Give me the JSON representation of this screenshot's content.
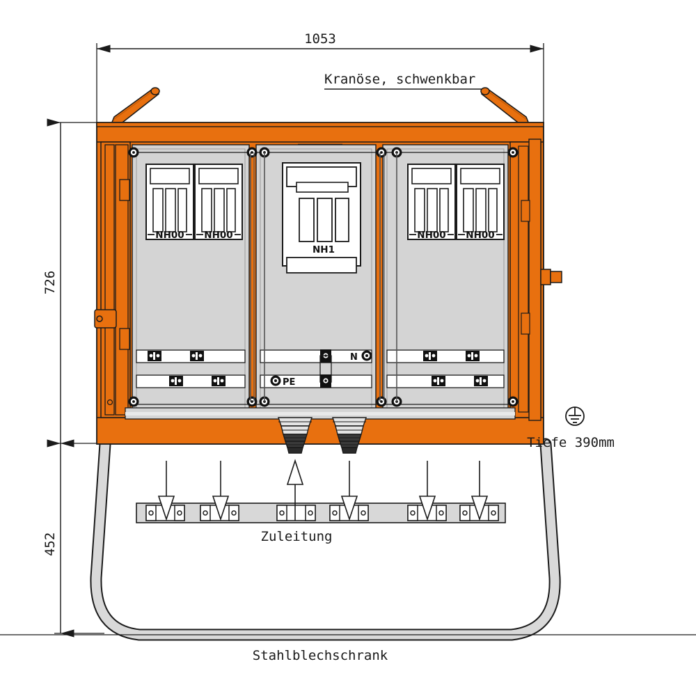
{
  "drawing": {
    "title": "Stahlblechschrank",
    "colors": {
      "orange": "#E8700F",
      "orange_dark": "#C25A07",
      "gray_panel": "#D4D4D4",
      "gray_light": "#E2E2E2",
      "gray_mid": "#C8C8C8",
      "white": "#FFFFFF",
      "line": "#1A1A1A"
    }
  },
  "dimensions": {
    "width": {
      "value": "1053",
      "orientation": "horizontal",
      "position": "top"
    },
    "height_cabinet": {
      "value": "726",
      "orientation": "vertical",
      "position": "left-upper"
    },
    "height_stand": {
      "value": "452",
      "orientation": "vertical",
      "position": "left-lower"
    },
    "depth": {
      "value": "Tiefe 390mm",
      "position": "right"
    }
  },
  "annotations": {
    "crane_eye": "Kranöse, schwenkbar",
    "supply_line": "Zuleitung",
    "cabinet_type": "Stahlblechschrank",
    "earth_symbol": "earth-ground-icon"
  },
  "terminals": {
    "neutral": "N",
    "protective_earth": "PE"
  },
  "panels": [
    {
      "id": "left",
      "fuses": [
        {
          "label": "NH00",
          "size": "NH00",
          "slots": 3
        },
        {
          "label": "NH00",
          "size": "NH00",
          "slots": 3
        }
      ]
    },
    {
      "id": "center",
      "fuses": [
        {
          "label": "NH1",
          "size": "NH1",
          "slots": 3
        }
      ]
    },
    {
      "id": "right",
      "fuses": [
        {
          "label": "NH00",
          "size": "NH00",
          "slots": 3
        },
        {
          "label": "NH00",
          "size": "NH00",
          "slots": 3
        }
      ]
    }
  ],
  "cable_entries": [
    {
      "index": 1,
      "direction": "down"
    },
    {
      "index": 2,
      "direction": "down"
    },
    {
      "index": 3,
      "direction": "up"
    },
    {
      "index": 4,
      "direction": "down"
    },
    {
      "index": 5,
      "direction": "down"
    },
    {
      "index": 6,
      "direction": "down"
    }
  ],
  "cable_glands": [
    {
      "index": 1,
      "direction": "up"
    },
    {
      "index": 2,
      "direction": "down"
    }
  ]
}
